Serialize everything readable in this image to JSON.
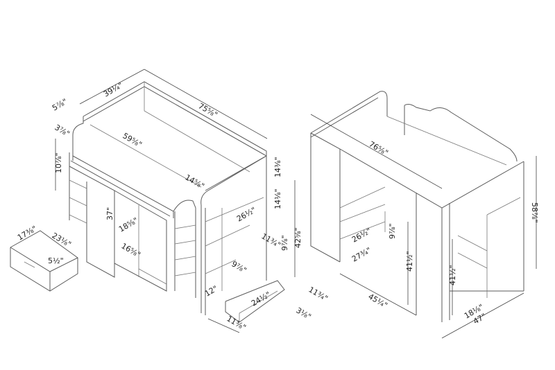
{
  "left_view": {
    "labels": {
      "depth_top": "39¼\"",
      "length_top": "75⅝\"",
      "rail_height": "5⅞\"",
      "rail_gap": "3⅞\"",
      "upper_height": "10⅞\"",
      "inner_length": "59⅝\"",
      "ladder_width": "14⅝\"",
      "right_top_height": "14⅜\"",
      "right_shelf_height": "14⅛\"",
      "cabinet_height": "37\"",
      "door_width": "18⅝\"",
      "door_depth": "16⅝\"",
      "drawer_depth": "17⅜\"",
      "drawer_width": "23⅛\"",
      "drawer_height": "5½\"",
      "shelf_width": "26½\"",
      "shelf_depth": "11¾\"",
      "shelf_gap": "9⅞\"",
      "shelf_unit_height": "42⅝\"",
      "bottom_clearance": "9⅞\"",
      "ladder_depth": "12\"",
      "storage_drawer_width": "24½\"",
      "storage_drawer_depth": "11¾\"",
      "storage_drawer_height": "3⅛\"",
      "storage_drawer_outer": "11⅜\""
    }
  },
  "right_view": {
    "labels": {
      "total_length": "76⅝\"",
      "total_height": "58⅞\"",
      "desk_width": "26½\"",
      "desk_gap": "9⅞\"",
      "desk_outer_width": "27¾\"",
      "underbed_height": "41½\"",
      "base_length": "45¼\"",
      "cabinet_height": "41½\"",
      "cabinet_width": "18⅛\"",
      "total_depth": "47\""
    }
  }
}
